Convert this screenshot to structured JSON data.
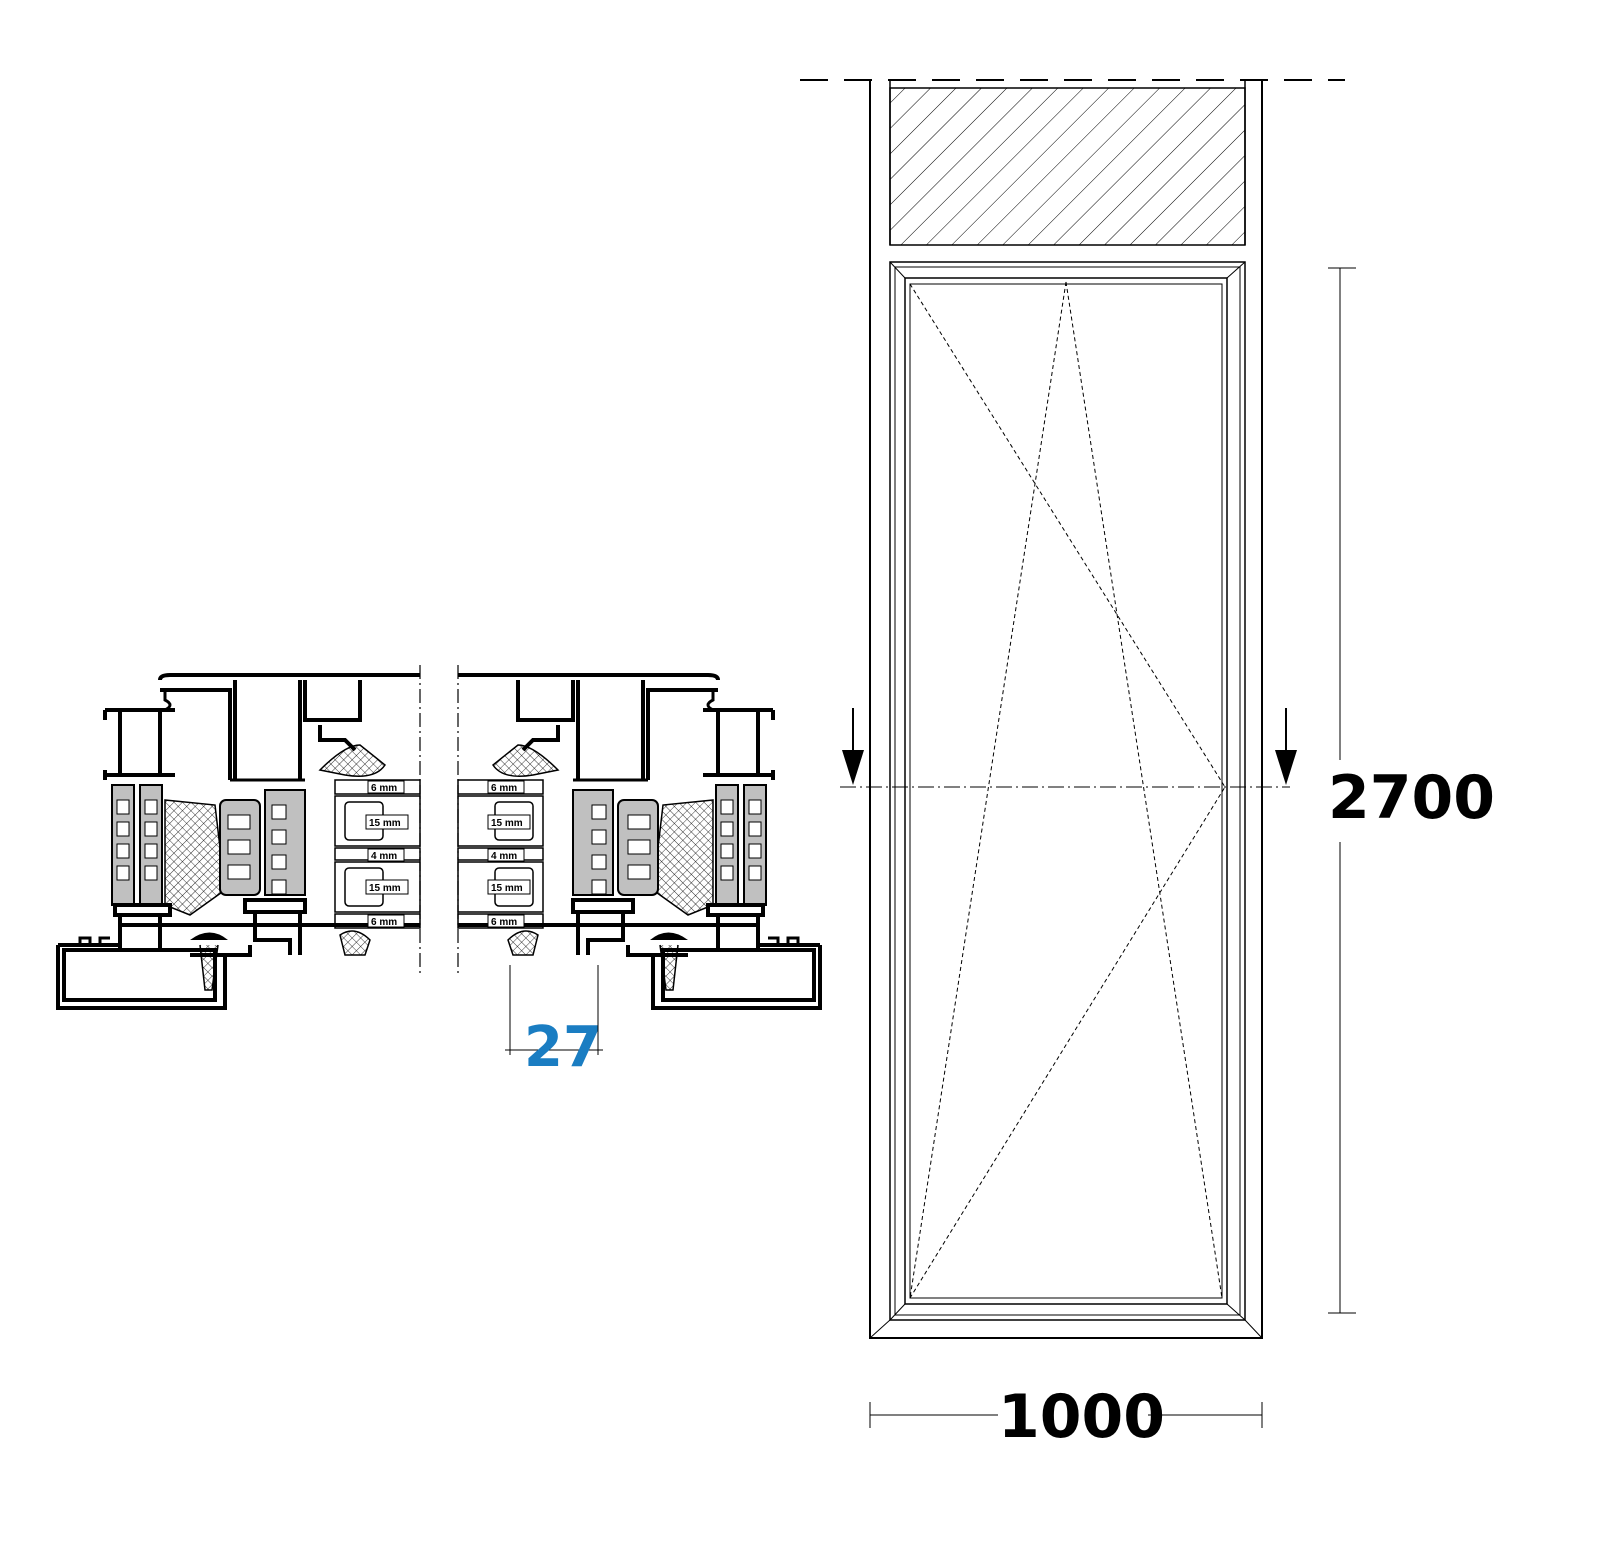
{
  "drawing": {
    "height_dimension": "2700",
    "width_dimension": "1000",
    "profile_dimension": "27",
    "glass_layers": [
      "6 mm",
      "15 mm",
      "4 mm",
      "15 mm",
      "6 mm"
    ]
  },
  "colors": {
    "line": "#000000",
    "accent_dimension": "#1a7dc2",
    "profile_fill": "#b0b0b0"
  }
}
